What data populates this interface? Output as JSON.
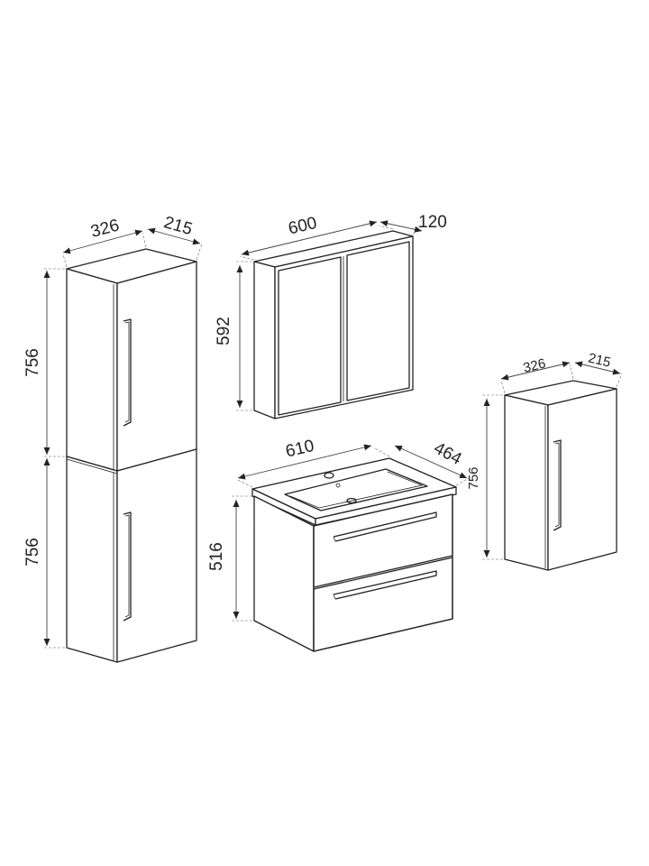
{
  "colors": {
    "line": "#222222",
    "background": "#ffffff"
  },
  "tall_cabinet": {
    "width": "326",
    "depth": "215",
    "upper_height": "756",
    "lower_height": "756"
  },
  "mirror_cabinet": {
    "width": "600",
    "depth": "120",
    "height": "592"
  },
  "vanity_unit": {
    "width": "610",
    "depth": "464",
    "height": "516"
  },
  "wall_cabinet": {
    "width": "326",
    "depth": "215",
    "height": "756"
  }
}
